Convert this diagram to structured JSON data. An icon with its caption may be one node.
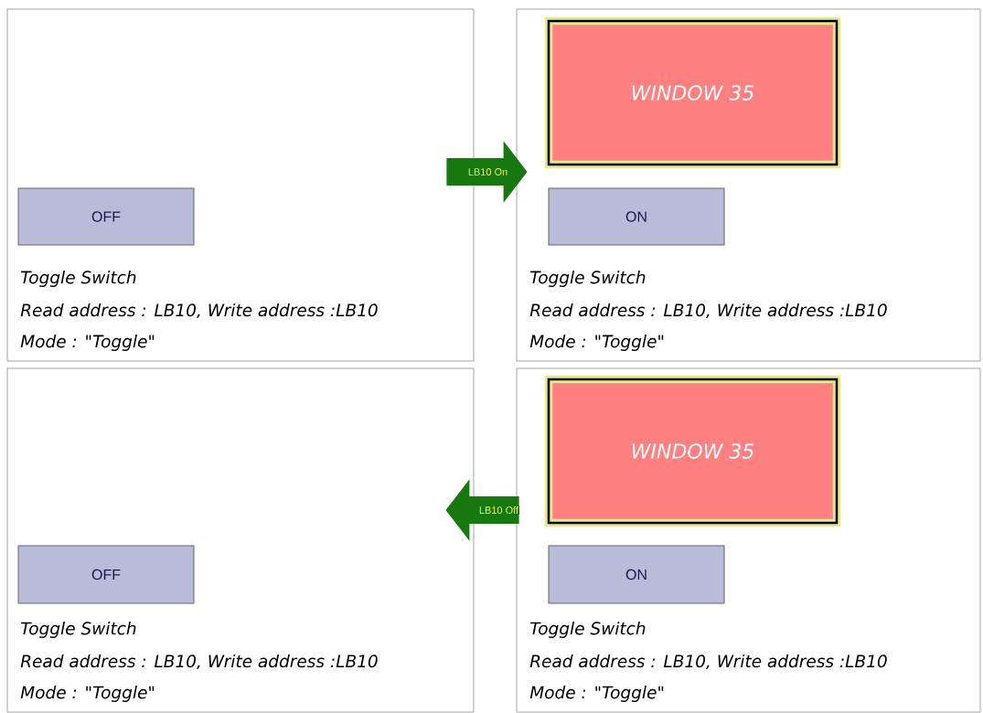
{
  "diagram": {
    "nodes": [
      {
        "text": [
          "Toggle Switch",
          "Read address : LB10, Write address :LB10",
          "Mode : \"Toggle\""
        ]
      },
      {
        "text": [
          "OFF"
        ],
        "in": 0
      },
      {
        "text": [
          "Toggle Switch",
          "Read address : LB10, Write address :LB10",
          "Mode : \"Toggle\""
        ]
      },
      {
        "text": [
          "WINDOW 35"
        ],
        "in": 2
      },
      {
        "text": [
          "ON"
        ],
        "in": 2
      },
      {
        "text": [
          "Toggle Switch",
          "Read address : LB10, Write address :LB10",
          "Mode : \"Toggle\""
        ]
      },
      {
        "text": [
          "OFF"
        ],
        "in": 5
      },
      {
        "text": [
          "Toggle Switch",
          "Read address : LB10, Write address :LB10",
          "Mode : \"Toggle\""
        ]
      },
      {
        "text": [
          "WINDOW 35"
        ],
        "in": 7
      },
      {
        "text": [
          "ON"
        ],
        "in": 7
      }
    ],
    "edges": [
      {
        "from": 0,
        "to": 2,
        "arrow": "to",
        "label": "LB10 On"
      },
      {
        "from": 7,
        "to": 5,
        "arrow": "to",
        "label": "LB10 Off"
      }
    ]
  }
}
